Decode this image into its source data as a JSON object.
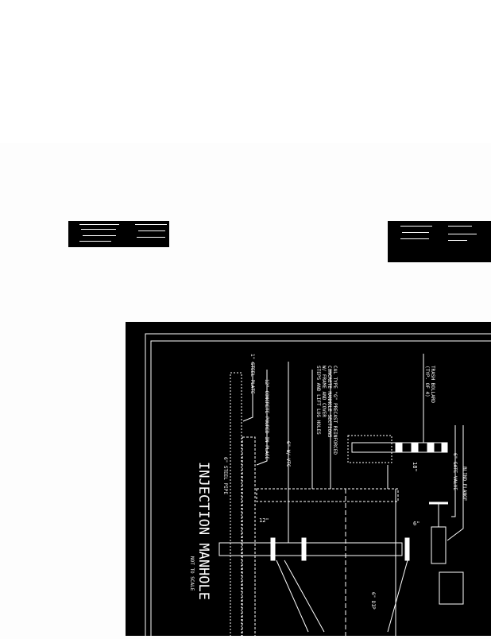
{
  "drawing": {
    "title": "INJECTION MANHOLE",
    "subtitle": "NOT TO SCALE",
    "labels": {
      "steel_plate": "1\" STEEL PLATE",
      "concrete": "12\" CONCRETE POURED IN PLACE",
      "steel_pipe": "6\" STEEL PIPE",
      "vtc": "6\" W/ VTC",
      "manhole_note_1": "CAL TYPE \"G\" PRECAST REINFORCED",
      "manhole_note_2": "CONCRETE MANHOLE SECTIONS",
      "manhole_note_3": "W/ FRAME AND COVER",
      "manhole_note_4": "STEPS AND LIFT LUG HOLES",
      "trash_bollard": "TRASH BOLLARD",
      "trash_bollard_typ": "(TYP. OF 4)",
      "gate_valve": "6\" GATE VALVE",
      "blind_flange": "BLIND FLANGE",
      "dim_18": "18\"",
      "dim_12": "12\"",
      "dim_6": "6\"",
      "dip": "6\" DIP"
    }
  }
}
